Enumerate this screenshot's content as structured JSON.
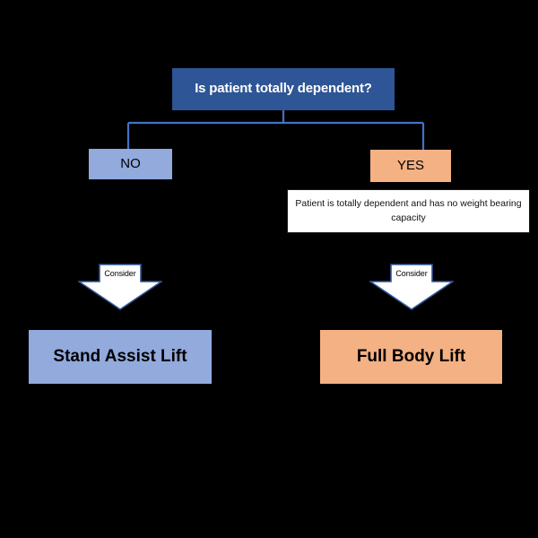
{
  "diagram": {
    "title": "Patient lift selection decision flowchart",
    "background_color": "#000000",
    "colors": {
      "decision_fill": "#2E5596",
      "decision_text": "#FFFFFF",
      "no_branch_fill": "#92AADC",
      "yes_branch_fill": "#F4B183",
      "note_fill": "#FFFFFF",
      "note_border": "#1A1A1A",
      "connector_stroke": "#4472C4",
      "arrow_fill": "#FFFFFF",
      "arrow_stroke": "#2F5597"
    },
    "decision": {
      "label": "Is patient totally dependent?"
    },
    "branches": [
      {
        "key": "no",
        "label": "NO",
        "connector_label": "Consider",
        "outcome": "Stand Assist Lift",
        "note": ""
      },
      {
        "key": "yes",
        "label": "YES",
        "connector_label": "Consider",
        "outcome": "Full Body Lift",
        "note": "Patient is totally dependent and has no weight bearing capacity"
      }
    ]
  }
}
